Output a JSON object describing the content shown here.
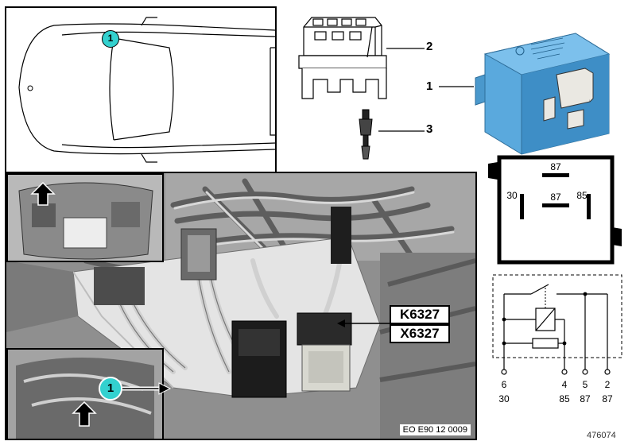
{
  "callouts": {
    "car_marker": "1",
    "photo_marker": "1",
    "connector_housing": "2",
    "relay": "1",
    "terminal": "3"
  },
  "relay_face": {
    "top_pin": "87",
    "middle_pin": "87",
    "left_pin": "30",
    "right_pin": "85"
  },
  "photo_labels": {
    "relay": "K6327",
    "connector": "X6327",
    "caption": "EO E90 12 0009"
  },
  "schematic": {
    "pins": [
      "6",
      "4",
      "5",
      "2"
    ],
    "terminals": [
      "30",
      "85",
      "87",
      "87"
    ]
  },
  "reference_number": "476074",
  "colors": {
    "callout_fill": "#33d1cf",
    "relay_blue": "#5aa9dd",
    "photo_bg": "#9a9a9a"
  }
}
